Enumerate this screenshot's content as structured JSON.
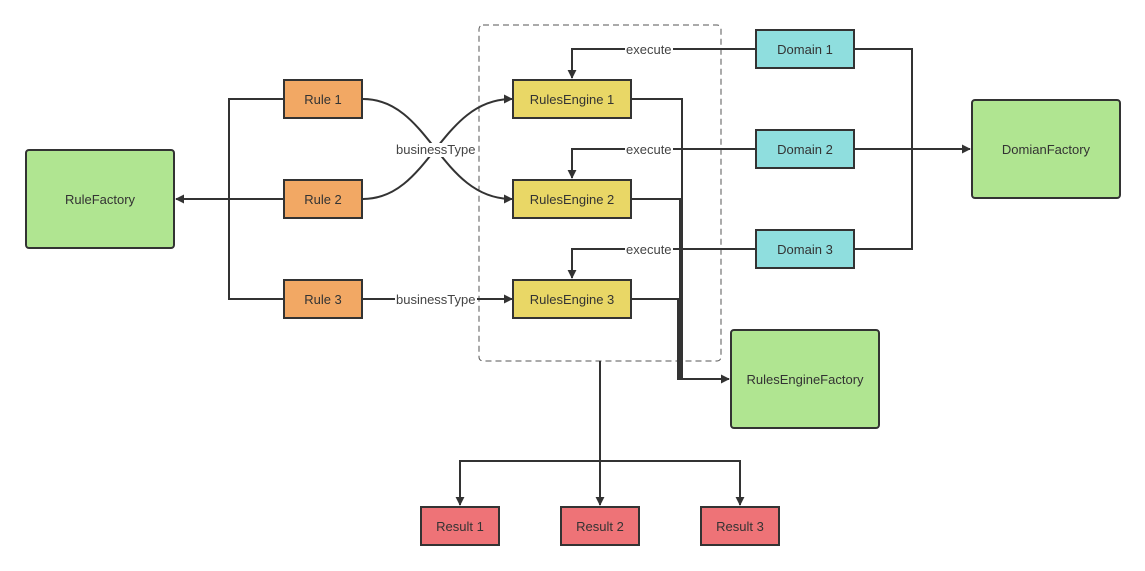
{
  "colors": {
    "factory": "#b0e591",
    "rule": "#f2a864",
    "engine": "#e9d766",
    "domain": "#8fdede",
    "result": "#ee7377",
    "stroke": "#333333"
  },
  "nodes": {
    "rule_factory": "RuleFactory",
    "rule_1": "Rule 1",
    "rule_2": "Rule 2",
    "rule_3": "Rule 3",
    "engine_1": "RulesEngine 1",
    "engine_2": "RulesEngine 2",
    "engine_3": "RulesEngine 3",
    "domain_1": "Domain 1",
    "domain_2": "Domain 2",
    "domain_3": "Domain 3",
    "domian_factory": "DomianFactory",
    "rules_engine_factory": "RulesEngineFactory",
    "result_1": "Result 1",
    "result_2": "Result 2",
    "result_3": "Result 3"
  },
  "edge_labels": {
    "business_type_cross": "businessType",
    "business_type_3": "businessType",
    "execute_1": "execute",
    "execute_2": "execute",
    "execute_3": "execute"
  }
}
